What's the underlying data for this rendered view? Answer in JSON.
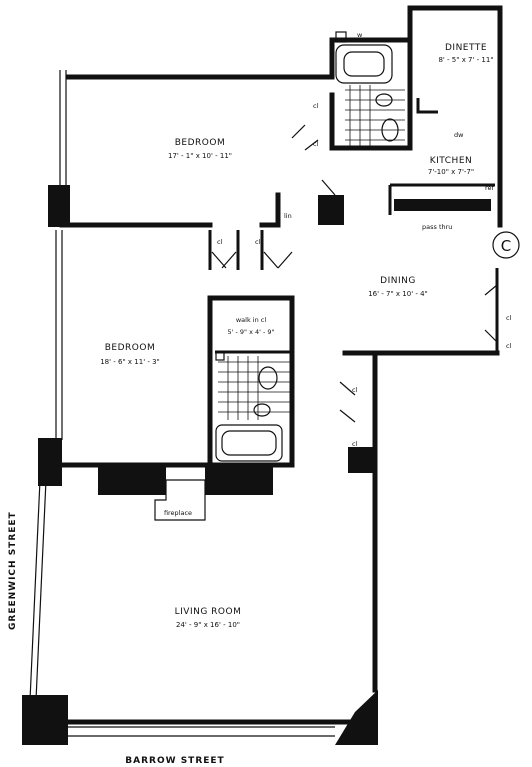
{
  "rooms": {
    "dinette": {
      "name": "DINETTE",
      "dims": "8' - 5\" x 7' - 11\""
    },
    "kitchen": {
      "name": "KITCHEN",
      "dims": "7'-10\" x 7'-7\""
    },
    "bedroom1": {
      "name": "BEDROOM",
      "dims": "17' - 1\" x 10' - 11\""
    },
    "bedroom2": {
      "name": "BEDROOM",
      "dims": "18' - 6\" x 11' - 3\""
    },
    "dining": {
      "name": "DINING",
      "dims": "16' - 7\" x 10' - 4\""
    },
    "walkin": {
      "name": "walk in cl",
      "dims": "5' - 9\" x 4' - 9\""
    },
    "living": {
      "name": "LIVING ROOM",
      "dims": "24' - 9\" x 16' - 10\""
    }
  },
  "labels": {
    "fireplace": "fireplace",
    "pass_thru": "pass thru",
    "closet": "cl",
    "linen": "lin",
    "dishwasher": "dw",
    "refrigerator": "ref",
    "washer": "w",
    "unit_marker": "C"
  },
  "streets": {
    "west": "GREENWICH STREET",
    "south": "BARROW STREET"
  }
}
